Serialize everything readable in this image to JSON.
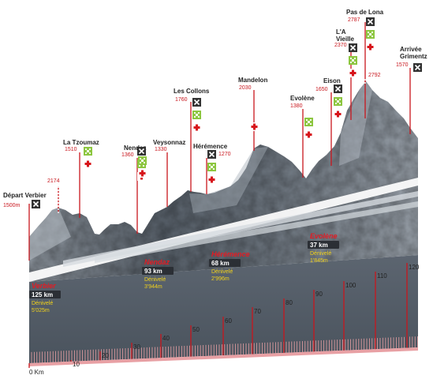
{
  "colors": {
    "marker": "#c8161d",
    "route_label": "#e31b23",
    "denivele": "#f2d21b",
    "mountain_dark": "#4f5862",
    "mountain_light": "#aeb5bd",
    "icon_dark": "#333333",
    "icon_green": "#8cc63f",
    "icon_red": "#d7141a"
  },
  "start_altitude": "1500m",
  "locations": [
    {
      "name": "Départ Verbier",
      "altitude": "",
      "icons": [
        "tools-icon"
      ]
    },
    {
      "name": "",
      "altitude": "2174",
      "icons": []
    },
    {
      "name": "La Tzoumaz",
      "altitude": "1510",
      "icons": [
        "food-icon",
        "first-aid-icon"
      ]
    },
    {
      "name": "Nendaz",
      "altitude": "1360",
      "icons": [
        "tools-icon",
        "food-icon",
        "first-aid-icon"
      ]
    },
    {
      "name": "Veysonnaz",
      "altitude": "1330",
      "icons": [
        "food-icon",
        "first-aid-icon"
      ]
    },
    {
      "name": "Les Collons",
      "altitude": "1760",
      "icons": [
        "tools-icon",
        "food-icon",
        "first-aid-icon"
      ]
    },
    {
      "name": "Hérémence",
      "altitude": "1270",
      "icons": [
        "tools-icon",
        "food-icon",
        "first-aid-icon"
      ]
    },
    {
      "name": "Mandelon",
      "altitude": "2030",
      "icons": [
        "first-aid-icon"
      ]
    },
    {
      "name": "Evolène",
      "altitude": "1380",
      "icons": [
        "food-icon",
        "first-aid-icon"
      ]
    },
    {
      "name": "Eison",
      "altitude": "1650",
      "icons": [
        "tools-icon",
        "food-icon",
        "first-aid-icon"
      ]
    },
    {
      "name": "Pas de Lona",
      "altitude": "2787",
      "icons": [
        "tools-icon",
        "food-icon",
        "first-aid-icon"
      ]
    },
    {
      "name": "L'A\nVieille",
      "altitude": "2370",
      "icons": [
        "tools-icon",
        "food-icon",
        "first-aid-icon"
      ]
    },
    {
      "name": "",
      "altitude": "2792",
      "icons": []
    },
    {
      "name": "Arrivée\nGrimentz",
      "altitude": "1570",
      "icons": [
        "tools-icon"
      ]
    }
  ],
  "routes": [
    {
      "name": "Verbier",
      "distance": "125 km",
      "denivele_label": "Dénivelé",
      "denivele_value": "5'025m"
    },
    {
      "name": "Nendaz",
      "distance": "93 km",
      "denivele_label": "Dénivelé",
      "denivele_value": "3'944m"
    },
    {
      "name": "Hérémence",
      "distance": "68 km",
      "denivele_label": "Dénivelé",
      "denivele_value": "2'996m"
    },
    {
      "name": "Evolène",
      "distance": "37 km",
      "denivele_label": "Dénivelé",
      "denivele_value": "1'845m"
    }
  ],
  "km_labels": [
    "0 Km",
    "10",
    "20",
    "30",
    "40",
    "50",
    "60",
    "70",
    "80",
    "90",
    "100",
    "110",
    "120"
  ]
}
